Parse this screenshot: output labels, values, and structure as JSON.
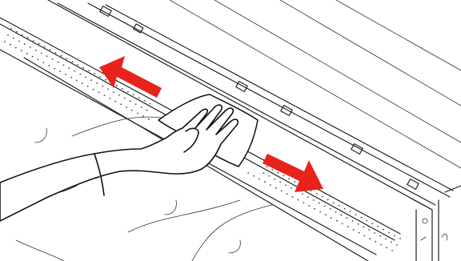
{
  "figure": {
    "type": "instructional-illustration",
    "icons": [
      "platen-surface",
      "cleaning-cloth",
      "gloved-hand",
      "direction-arrow-left",
      "direction-arrow-right",
      "media-roll"
    ],
    "colors": {
      "arrow": "#e8231c",
      "line": "#222222",
      "background": "#ffffff"
    }
  }
}
